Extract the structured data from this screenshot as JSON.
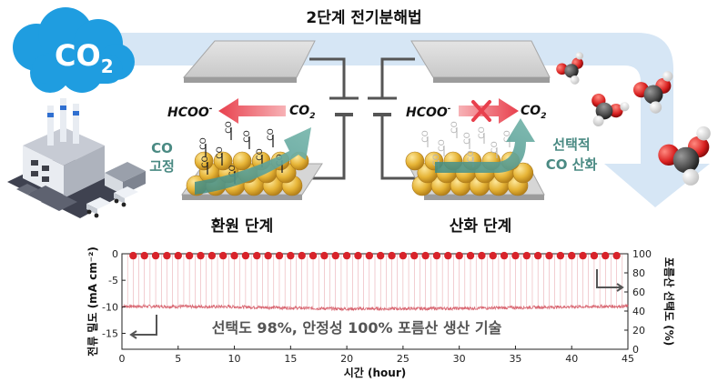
{
  "title": "2단계 전기분해법",
  "co2_cloud": {
    "co": "CO",
    "sub": "2"
  },
  "reduction": {
    "product": "HCOO",
    "product_sup": "-",
    "reactant": "CO",
    "reactant_sub": "2",
    "side_label": [
      "CO",
      "고정"
    ],
    "stage_label": "환원 단계"
  },
  "oxidation": {
    "product": "HCOO",
    "product_sup": "-",
    "reactant": "CO",
    "reactant_sub": "2",
    "side_label": [
      "선택적",
      "CO 산화"
    ],
    "stage_label": "산화 단계"
  },
  "adsorbate_label": "CO",
  "chart_data": {
    "type": "line",
    "xlabel": "시간 (hour)",
    "ylabel_left": "전류 밀도 (mA cm⁻²)",
    "ylabel_right": "포름산 선택도 (%)",
    "xlim": [
      0,
      45
    ],
    "ylim_left": [
      -18,
      0
    ],
    "ylim_right": [
      0,
      100
    ],
    "x_ticks": [
      0,
      5,
      10,
      15,
      20,
      25,
      30,
      35,
      40,
      45
    ],
    "y_left_ticks": [
      0,
      -5,
      -10,
      -15
    ],
    "y_right_ticks": [
      0,
      20,
      40,
      60,
      80,
      100
    ],
    "annotation": "선택도 98%, 안정성 100% 포름산 생산 기술",
    "series": [
      {
        "axis": "left",
        "color": "#d24e5a",
        "baseline": [
          [
            0,
            -9.9
          ],
          [
            10,
            -10.0
          ],
          [
            20,
            -10.4
          ],
          [
            30,
            -10.3
          ],
          [
            40,
            -10.0
          ],
          [
            45,
            -9.9
          ]
        ],
        "cycle_hours": 0.5
      },
      {
        "axis": "right",
        "color": "#d8232a",
        "x": [
          1.0,
          2.0,
          3.0,
          4.0,
          5.0,
          6.0,
          7.0,
          8.0,
          9.0,
          10.0,
          11.0,
          12.0,
          13.0,
          14.0,
          15.0,
          16.0,
          17.0,
          18.0,
          19.0,
          20.0,
          21.0,
          22.0,
          23.0,
          24.0,
          25.0,
          26.0,
          27.0,
          28.0,
          29.0,
          30.0,
          31.0,
          32.0,
          33.0,
          34.0,
          35.0,
          36.0,
          37.0,
          38.0,
          39.0,
          40.0,
          41.0,
          42.0,
          43.0,
          44.0
        ],
        "values": [
          98,
          98,
          98,
          98,
          98,
          98,
          98,
          98,
          98,
          98,
          98,
          98,
          98,
          98,
          98,
          98,
          98,
          98,
          98,
          98,
          98,
          98,
          98,
          98,
          98,
          98,
          98,
          98,
          98,
          98,
          98,
          98,
          98,
          98,
          98,
          98,
          98,
          98,
          98,
          98,
          98,
          98,
          98,
          98
        ]
      }
    ]
  },
  "colors": {
    "arrow_blue": "#d6e6f5",
    "cloud": "#1f9de0",
    "gold": "#e3b233",
    "teal": "#5b9b94",
    "red_arrow": "#e95560"
  }
}
